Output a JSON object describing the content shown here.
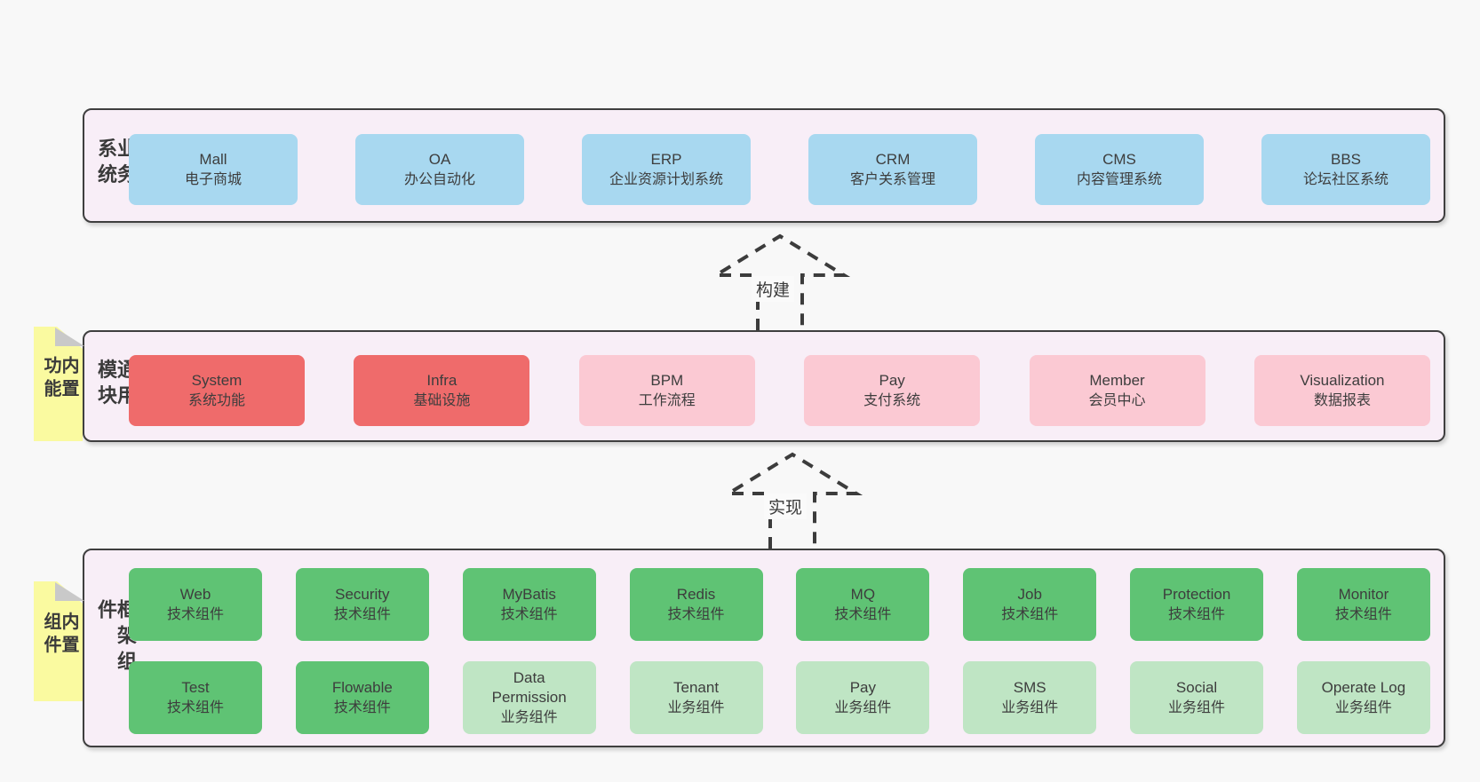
{
  "colors": {
    "page_bg": "#f8f8f8",
    "band_bg": "#f8eef7",
    "band_border": "#3f3f3f",
    "blue": "#a8d8f0",
    "red": "#ef6b6b",
    "pink": "#fbc9d3",
    "green": "#5fc374",
    "light_green": "#bfe5c4",
    "sticky_yellow": "#fafaa0",
    "sticky_fold": "#c9c9c9",
    "text": "#3d3d3d"
  },
  "arrows": [
    {
      "label": "构建"
    },
    {
      "label": "实现"
    }
  ],
  "bands": [
    {
      "label": "业务系统",
      "boxes": [
        {
          "title": "Mall",
          "subtitle": "电子商城",
          "color": "blue"
        },
        {
          "title": "OA",
          "subtitle": "办公自动化",
          "color": "blue"
        },
        {
          "title": "ERP",
          "subtitle": "企业资源计划系统",
          "color": "blue"
        },
        {
          "title": "CRM",
          "subtitle": "客户关系管理",
          "color": "blue"
        },
        {
          "title": "CMS",
          "subtitle": "内容管理系统",
          "color": "blue"
        },
        {
          "title": "BBS",
          "subtitle": "论坛社区系统",
          "color": "blue"
        }
      ]
    },
    {
      "label": "通用模块",
      "sticky": "内置功能",
      "boxes": [
        {
          "title": "System",
          "subtitle": "系统功能",
          "color": "red"
        },
        {
          "title": "Infra",
          "subtitle": "基础设施",
          "color": "red"
        },
        {
          "title": "BPM",
          "subtitle": "工作流程",
          "color": "pink"
        },
        {
          "title": "Pay",
          "subtitle": "支付系统",
          "color": "pink"
        },
        {
          "title": "Member",
          "subtitle": "会员中心",
          "color": "pink"
        },
        {
          "title": "Visualization",
          "subtitle": "数据报表",
          "color": "pink"
        }
      ]
    },
    {
      "label": "框架组件",
      "sticky": "内置组件",
      "rows": [
        [
          {
            "title": "Web",
            "subtitle": "技术组件",
            "color": "green"
          },
          {
            "title": "Security",
            "subtitle": "技术组件",
            "color": "green"
          },
          {
            "title": "MyBatis",
            "subtitle": "技术组件",
            "color": "green"
          },
          {
            "title": "Redis",
            "subtitle": "技术组件",
            "color": "green"
          },
          {
            "title": "MQ",
            "subtitle": "技术组件",
            "color": "green"
          },
          {
            "title": "Job",
            "subtitle": "技术组件",
            "color": "green"
          },
          {
            "title": "Protection",
            "subtitle": "技术组件",
            "color": "green"
          },
          {
            "title": "Monitor",
            "subtitle": "技术组件",
            "color": "green"
          }
        ],
        [
          {
            "title": "Test",
            "subtitle": "技术组件",
            "color": "green"
          },
          {
            "title": "Flowable",
            "subtitle": "技术组件",
            "color": "green"
          },
          {
            "title": "Data\nPermission",
            "subtitle": "业务组件",
            "color": "lightgreen"
          },
          {
            "title": "Tenant",
            "subtitle": "业务组件",
            "color": "lightgreen"
          },
          {
            "title": "Pay",
            "subtitle": "业务组件",
            "color": "lightgreen"
          },
          {
            "title": "SMS",
            "subtitle": "业务组件",
            "color": "lightgreen"
          },
          {
            "title": "Social",
            "subtitle": "业务组件",
            "color": "lightgreen"
          },
          {
            "title": "Operate Log",
            "subtitle": "业务组件",
            "color": "lightgreen"
          }
        ]
      ]
    }
  ]
}
